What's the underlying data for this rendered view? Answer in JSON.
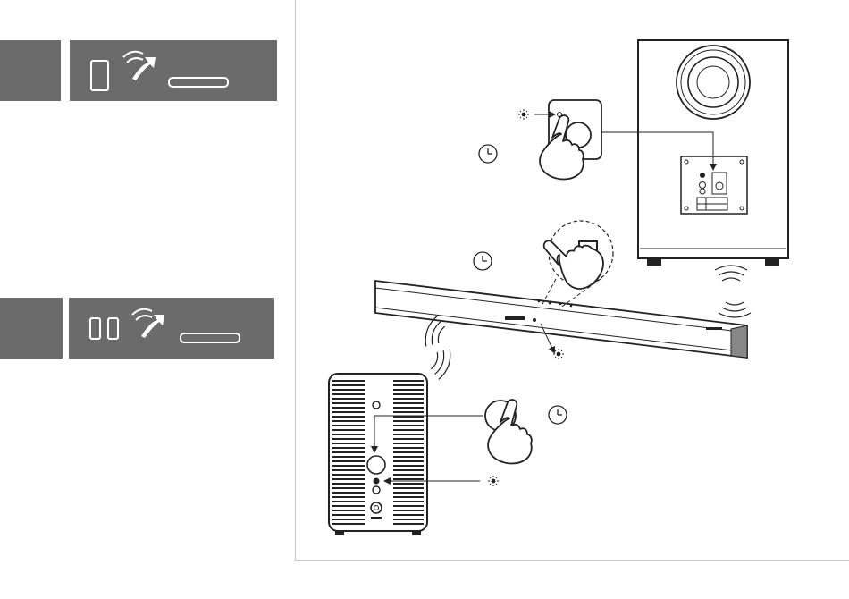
{
  "colors": {
    "panel_gray": "#6b6b6b",
    "line": "#222222",
    "divider": "#c9c9c9",
    "hand_fill": "#ffffff"
  },
  "icons": {
    "step1_banner": [
      "phone-icon",
      "pairing-arrow-icon",
      "soundbar-icon"
    ],
    "step2_banner": [
      "rear-speakers-icon",
      "pairing-arrow-icon",
      "soundbar-icon"
    ],
    "diagram": [
      "subwoofer",
      "soundbar",
      "rear-speaker",
      "hand-press-icon",
      "clock-icon",
      "led-blink-icon",
      "input-source-icon",
      "wireless-waves-icon"
    ]
  }
}
